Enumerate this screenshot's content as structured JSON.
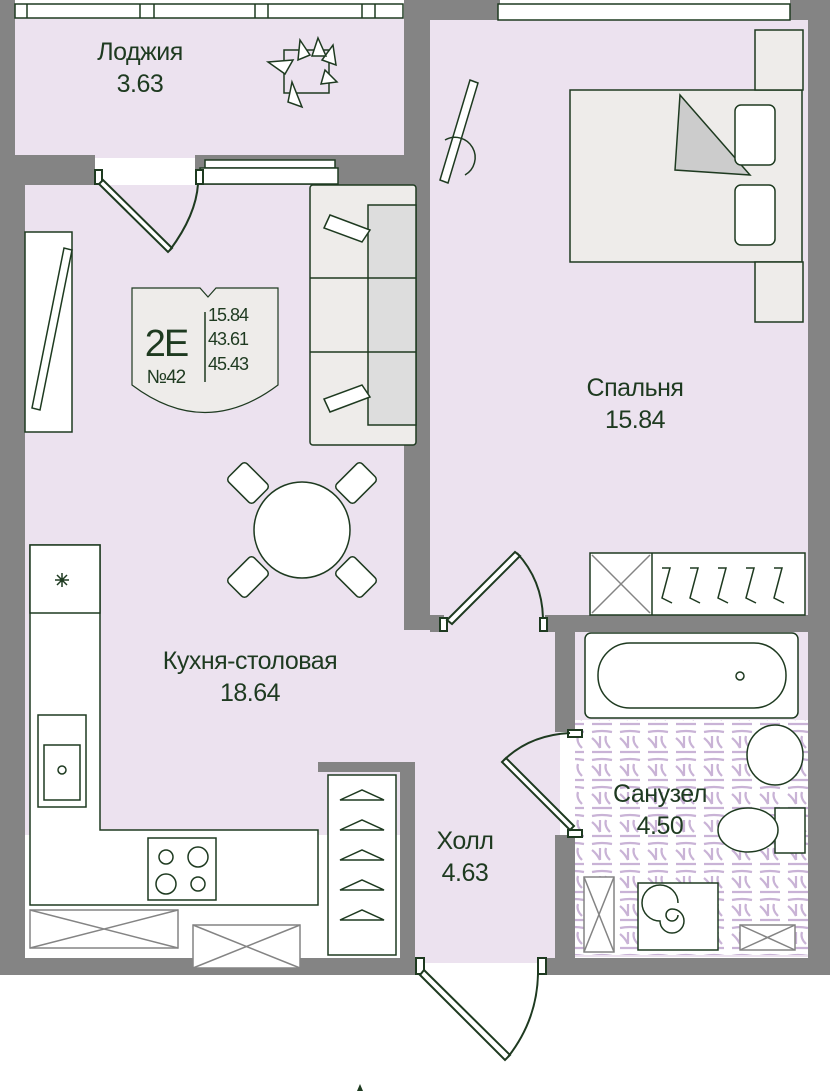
{
  "plan": {
    "colors": {
      "wall": "#848484",
      "floor": "#ece2ef",
      "line": "#1e3a20",
      "furniture": "#eeecea",
      "tile": "#c9b3d6"
    },
    "rooms": [
      {
        "name": "Лоджия",
        "area": "3.63"
      },
      {
        "name": "Спальня",
        "area": "15.84"
      },
      {
        "name": "Кухня-столовая",
        "area": "18.64"
      },
      {
        "name": "Санузел",
        "area": "4.50"
      },
      {
        "name": "Холл",
        "area": "4.63"
      }
    ],
    "badge": {
      "type": "2E",
      "number": "№42",
      "values": [
        "15.84",
        "43.61",
        "45.43"
      ]
    }
  }
}
